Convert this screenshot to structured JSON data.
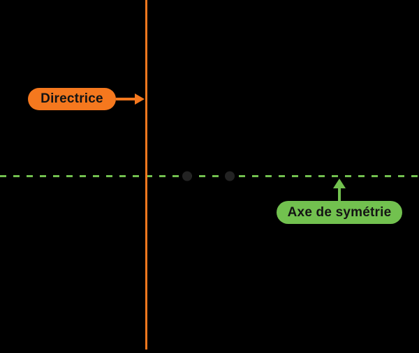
{
  "labels": {
    "directrice": "Directrice",
    "axe": "Axe de symétrie"
  },
  "colors": {
    "background": "#000000",
    "orange": "#F5781E",
    "green": "#72C14F",
    "dot": "#232323",
    "text": "#141414"
  },
  "diagram": {
    "description": "Annotated geometry figure",
    "elements": [
      {
        "name": "directrix",
        "kind": "vertical-line",
        "color": "#F5781E"
      },
      {
        "name": "axis-of-symmetry",
        "kind": "horizontal-dashed-line",
        "color": "#72C14F"
      },
      {
        "name": "point-left",
        "kind": "dot",
        "on": "axis-of-symmetry"
      },
      {
        "name": "point-right",
        "kind": "dot",
        "on": "axis-of-symmetry"
      }
    ]
  }
}
